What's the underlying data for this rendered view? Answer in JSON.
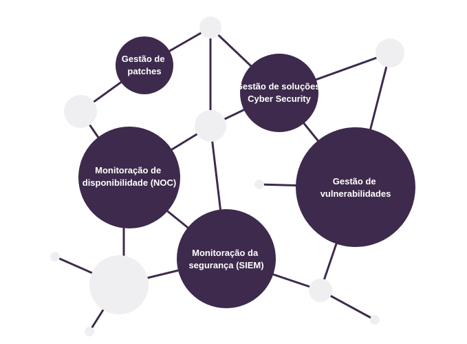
{
  "colors": {
    "node": "#3d2a4c",
    "link": "#3d2a4c",
    "connector": "#efeff1",
    "background": "#ffffff"
  },
  "nodes": [
    {
      "id": "patches",
      "lines": [
        "Gestão de",
        "patches"
      ]
    },
    {
      "id": "cyber-security",
      "lines": [
        "Gestão de soluções",
        "Cyber Security"
      ]
    },
    {
      "id": "noc",
      "lines": [
        "Monitoração de",
        "disponibilidade (NOC)"
      ]
    },
    {
      "id": "vulnerabilidades",
      "lines": [
        "Gestão de",
        "vulnerabilidades"
      ]
    },
    {
      "id": "siem",
      "lines": [
        "Monitoração da",
        "segurança (SIEM)"
      ]
    }
  ]
}
